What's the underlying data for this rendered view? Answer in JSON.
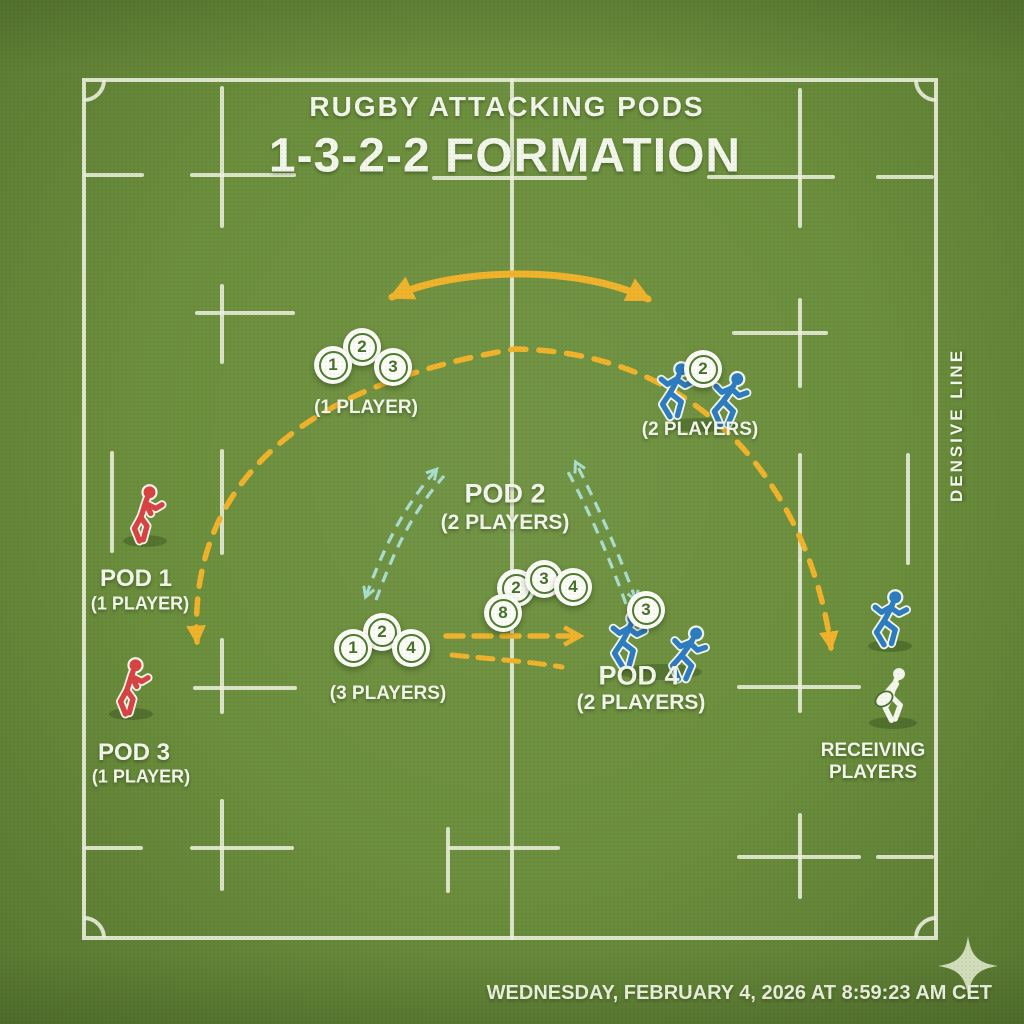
{
  "title": {
    "line1": "RUGBY ATTACKING PODS",
    "line2": "1-3-2-2 FORMATION"
  },
  "pods": {
    "pod1": {
      "name": "POD 1",
      "count": "(1 PLAYER)"
    },
    "pod2": {
      "name": "POD 2",
      "count": "(2 PLAYERS)"
    },
    "pod3": {
      "name": "POD 3",
      "count": "(1 PLAYER)"
    },
    "pod4": {
      "name": "POD 4",
      "count": "(2 PLAYERS)"
    }
  },
  "annotations": {
    "top_cluster_count": "(1 PLAYER)",
    "left_cluster_count": "(3 PLAYERS)",
    "right_pair_count": "(2 PLAYERS)",
    "receiving_line1": "RECEIVING",
    "receiving_line2": "PLAYERS",
    "defensive_line": "DENSIVE LINE"
  },
  "badges": {
    "top_cluster": [
      "1",
      "2",
      "3"
    ],
    "mid_cluster": [
      "8",
      "2",
      "3",
      "4"
    ],
    "left_cluster": [
      "1",
      "2",
      "4"
    ],
    "right_pair": "2",
    "pod4": "3"
  },
  "footer": {
    "timestamp": "WEDNESDAY, FEBRUARY 4, 2026 AT 8:59:23 AM CET"
  },
  "colors": {
    "field_green": "#6c8f3d",
    "line_white": "#eef3e0",
    "accent_yellow": "#f0b42c",
    "teal_dash": "#aee3d8",
    "team_red": "#d84444",
    "team_blue": "#2e7dc0",
    "badge_ring_green": "#4e7c31"
  }
}
